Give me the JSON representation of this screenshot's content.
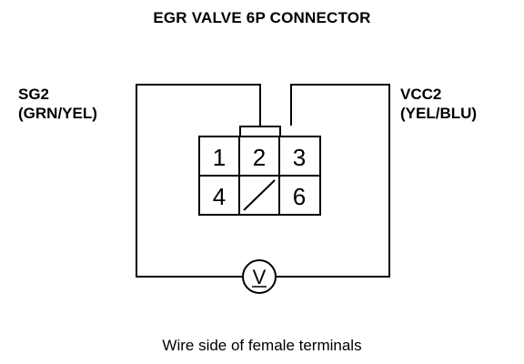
{
  "title": "EGR VALVE 6P CONNECTOR",
  "left_label": {
    "line1": "SG2",
    "line2": "(GRN/YEL)"
  },
  "right_label": {
    "line1": "VCC2",
    "line2": "(YEL/BLU)"
  },
  "connector": {
    "pins": [
      "1",
      "2",
      "3",
      "4",
      "",
      "6"
    ]
  },
  "meter_symbol": "V",
  "caption": "Wire side of female terminals"
}
